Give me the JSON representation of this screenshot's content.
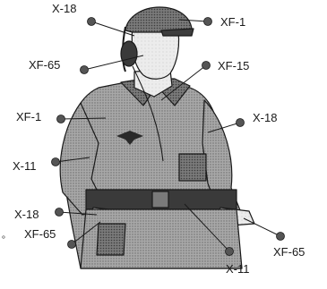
{
  "figure": {
    "callouts": [
      {
        "id": "helmet-top",
        "text": "X-18"
      },
      {
        "id": "cap-badge",
        "text": "XF-1"
      },
      {
        "id": "face",
        "text": "XF-65"
      },
      {
        "id": "headset-cable",
        "text": "XF-15"
      },
      {
        "id": "collar",
        "text": "XF-1"
      },
      {
        "id": "right-sleeve",
        "text": "X-18"
      },
      {
        "id": "belt-left",
        "text": "X-11"
      },
      {
        "id": "left-glove",
        "text": "X-18"
      },
      {
        "id": "left-hand",
        "text": "XF-65"
      },
      {
        "id": "right-hand",
        "text": "XF-65"
      },
      {
        "id": "belt-buckle",
        "text": "X-11"
      }
    ],
    "edge_mark": "。"
  },
  "colors": {
    "ink": "#1a1a1a",
    "paint_dot": "#555555",
    "uniform": "#9a9a9a",
    "uniform_dark": "#6e6e6e",
    "skin": "#e2e2e2",
    "belt": "#3a3a3a"
  }
}
